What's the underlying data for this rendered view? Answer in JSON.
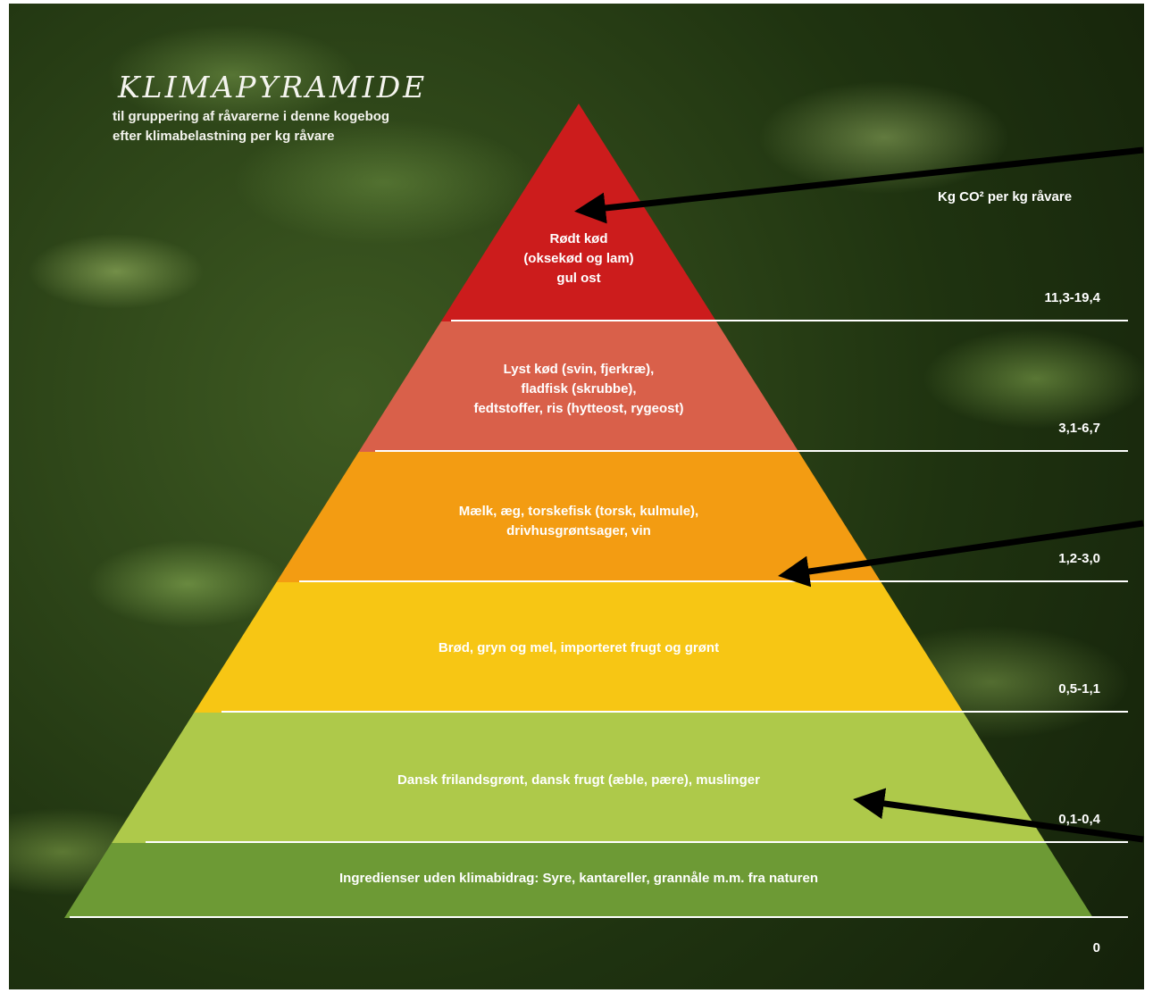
{
  "title": "KLIMAPYRAMIDE",
  "subtitle": [
    "til gruppering af råvarerne i denne kogebog",
    "efter klimabelastning per kg råvare"
  ],
  "unit_header": "Kg CO² per kg råvare",
  "levels": [
    {
      "label_lines": [
        "Rødt kød",
        "(oksekød og lam)",
        "gul ost"
      ],
      "range": "11,3-19,4",
      "color": "#cc1c1c"
    },
    {
      "label_lines": [
        "Lyst kød (svin, fjerkræ),",
        "fladfisk (skrubbe),",
        "fedtstoffer, ris (hytteost, rygeost)"
      ],
      "range": "3,1-6,7",
      "color": "#d9604a"
    },
    {
      "label_lines": [
        "Mælk, æg, torskefisk (torsk, kulmule),",
        "drivhusgrøntsager, vin"
      ],
      "range": "1,2-3,0",
      "color": "#f39c12"
    },
    {
      "label_lines": [
        "Brød, gryn og mel, importeret frugt og grønt"
      ],
      "range": "0,5-1,1",
      "color": "#f7c614"
    },
    {
      "label_lines": [
        "Dansk frilandsgrønt, dansk frugt (æble, pære), muslinger"
      ],
      "range": "0,1-0,4",
      "color": "#aec94a"
    },
    {
      "label_lines": [
        "Ingredienser uden klimabidrag: Syre, kantareller, grannåle m.m. fra naturen"
      ],
      "range": "0",
      "color": "#6d9a35"
    }
  ],
  "arrows": [
    {
      "points_to_level": 1
    },
    {
      "points_to_level": 3
    },
    {
      "points_to_level": 5
    }
  ]
}
